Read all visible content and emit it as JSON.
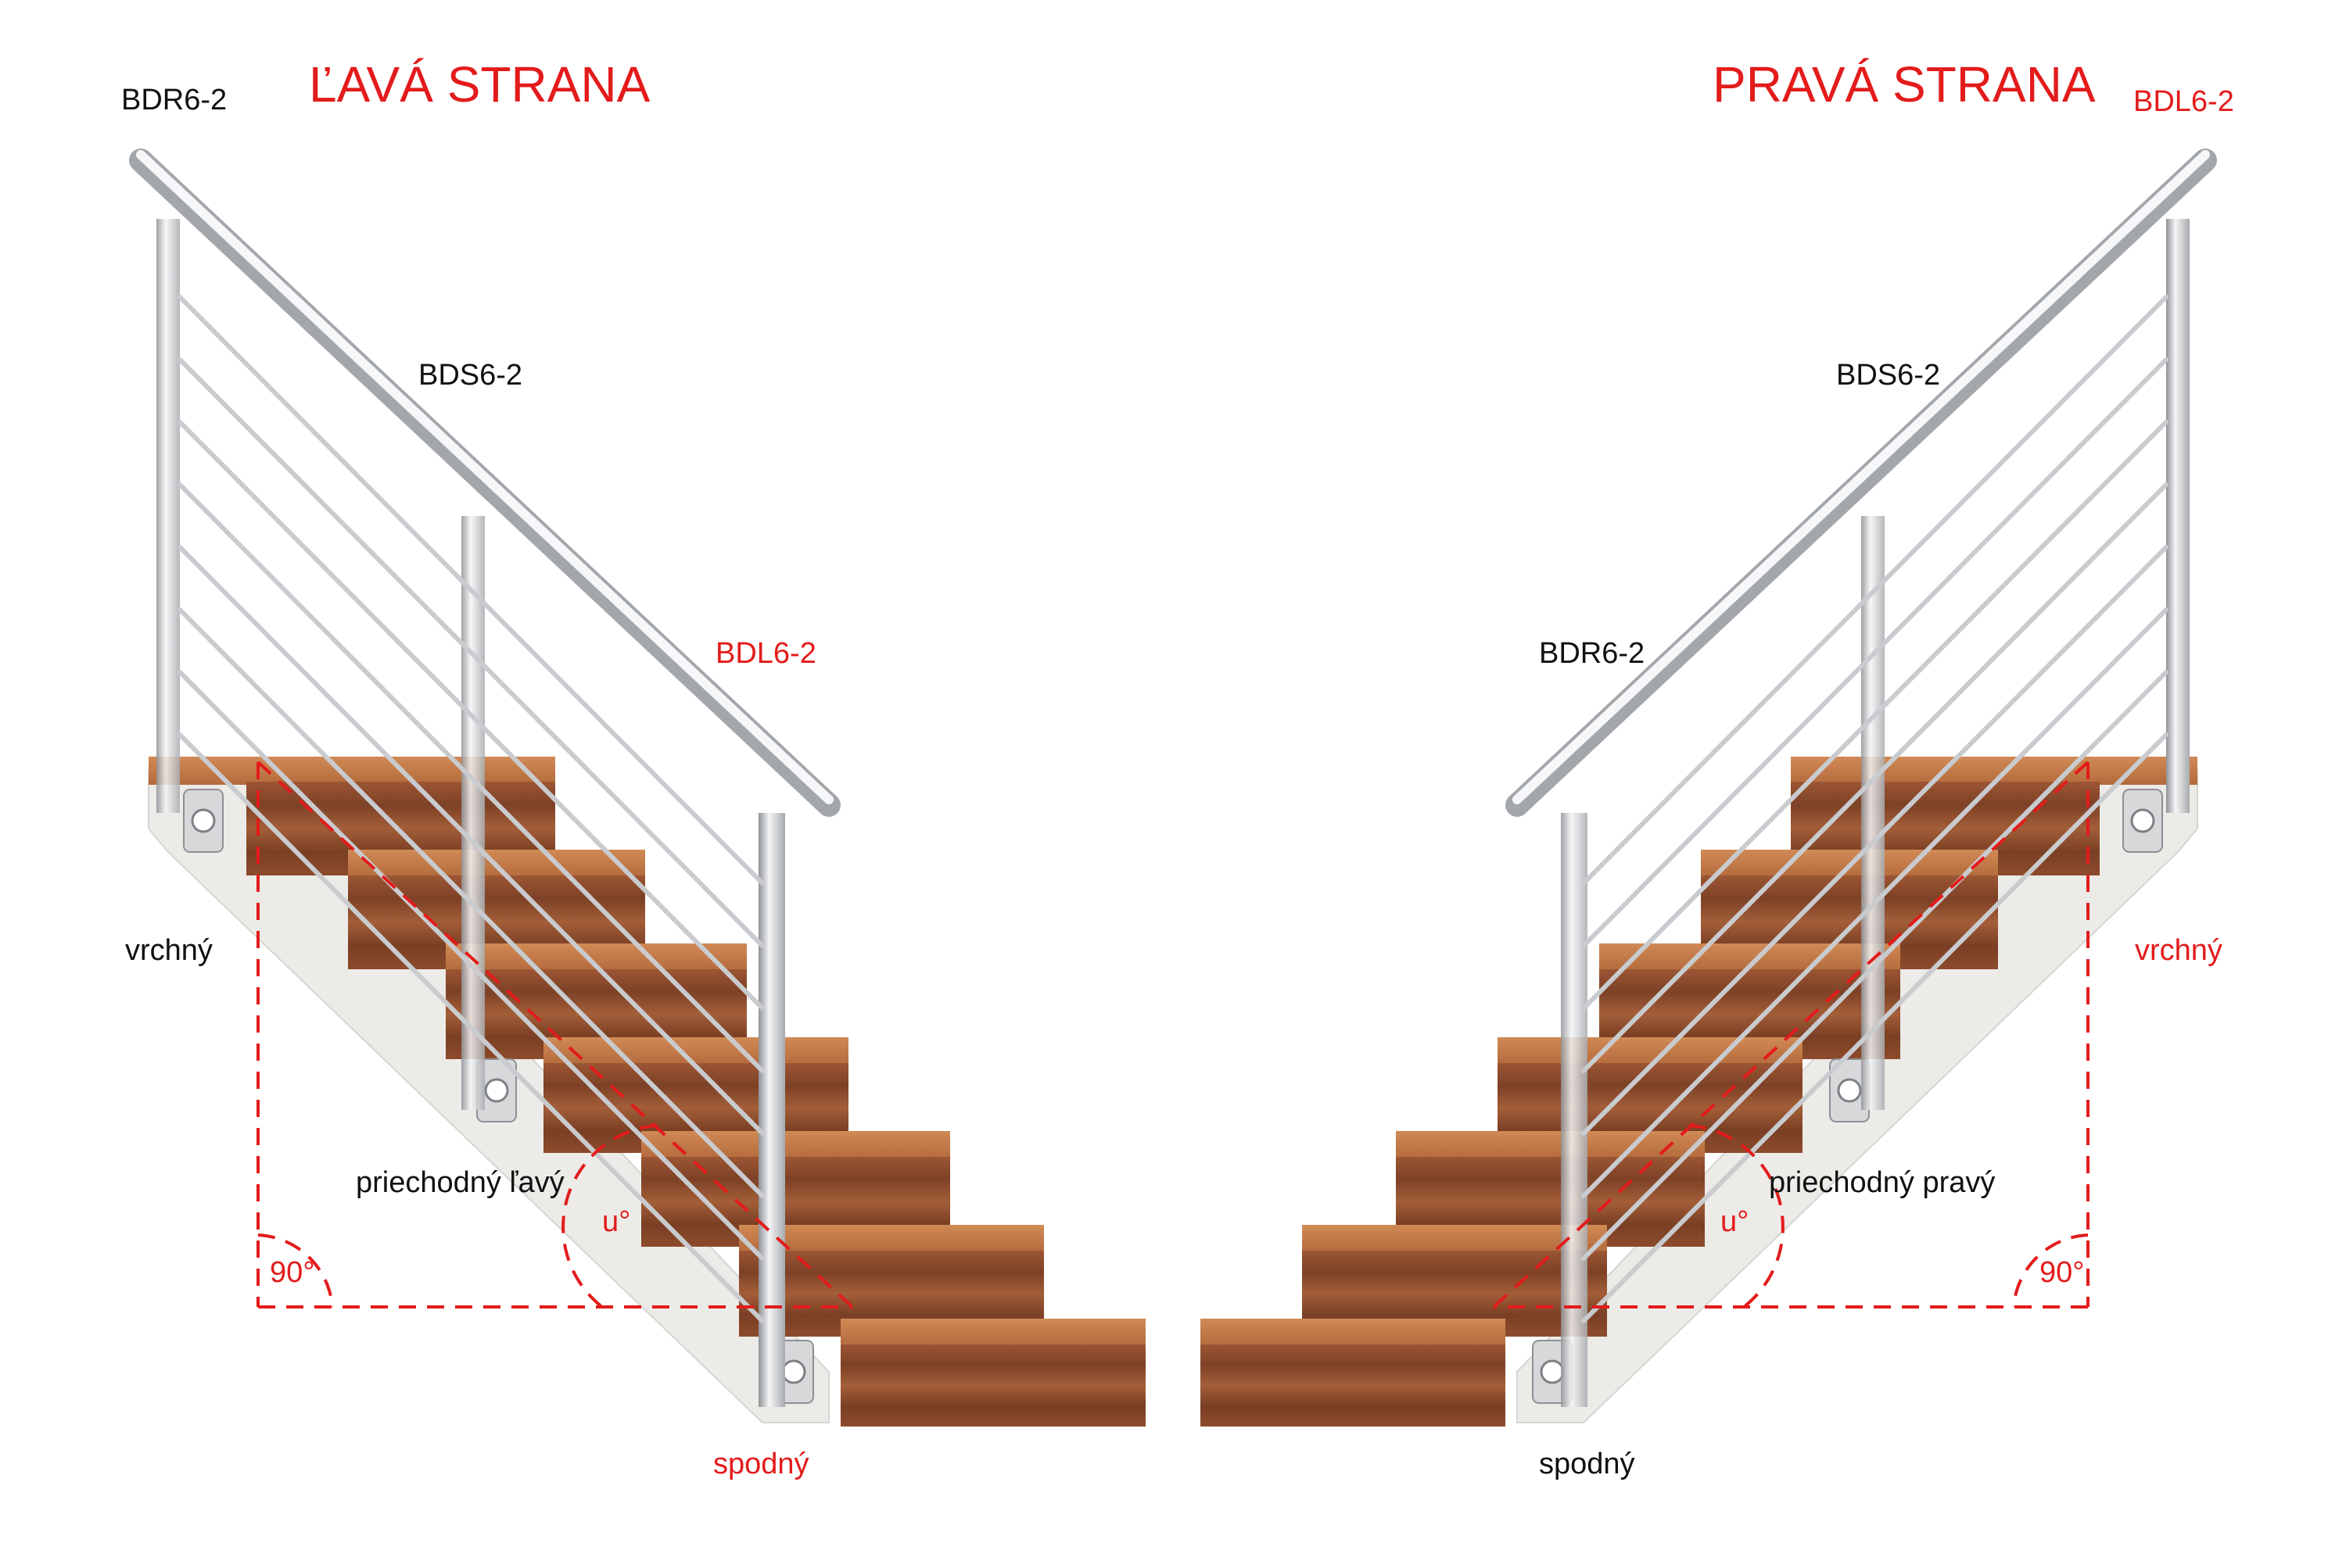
{
  "left": {
    "title": "ĽAVÁ STRANA",
    "labels": {
      "top_end": "BDR6-2",
      "middle": "BDS6-2",
      "bottom_end": "BDL6-2",
      "top_bracket": "vrchný",
      "pass_bracket": "priechodný ľavý",
      "bottom_bracket": "spodný",
      "angle_u": "u°",
      "angle_90": "90°"
    }
  },
  "right": {
    "title": "PRAVÁ STRANA",
    "labels": {
      "top_end": "BDL6-2",
      "middle": "BDS6-2",
      "bottom_end": "BDR6-2",
      "top_bracket": "vrchný",
      "pass_bracket": "priechodný pravý",
      "bottom_bracket": "spodný",
      "angle_u": "u°",
      "angle_90": "90°"
    }
  },
  "colors": {
    "accent_red": "#e31b1b",
    "text_black": "#111111",
    "wood_front": "#8a4a2c",
    "wood_top": "#c07746",
    "wall": "#ecebe8",
    "steel": "#d9dadc"
  },
  "icons": {
    "handrail": "stainless-handrail",
    "stair": "wooden-stair-flight"
  }
}
